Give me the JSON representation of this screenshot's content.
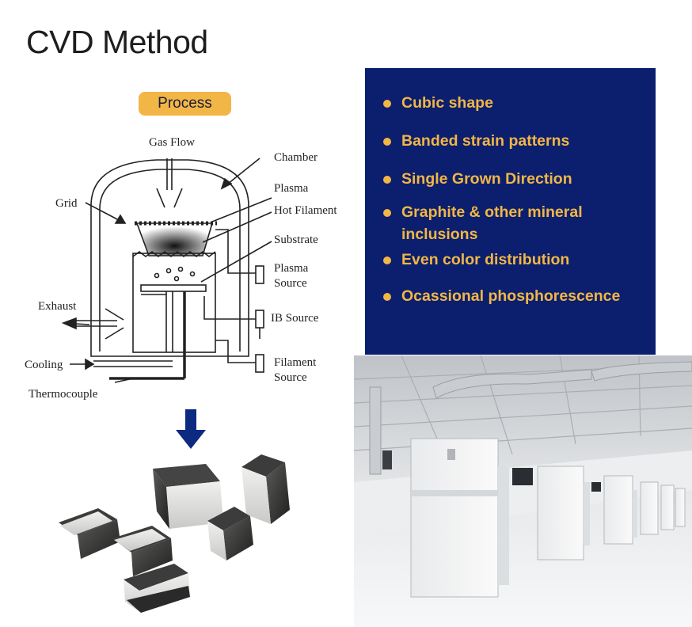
{
  "title": "CVD Method",
  "process_badge": "Process",
  "colors": {
    "badge": "#f2b646",
    "panel": "#0b1f6e",
    "accent": "#f2b646",
    "arrow": "#0b2a80"
  },
  "diagram_labels": {
    "gas_flow": "Gas Flow",
    "chamber": "Chamber",
    "grid": "Grid",
    "plasma": "Plasma",
    "hot_filament": "Hot Filament",
    "substrate": "Substrate",
    "plasma_source_1": "Plasma",
    "plasma_source_2": "Source",
    "exhaust": "Exhaust",
    "ib_source": "IB Source",
    "cooling": "Cooling",
    "filament_source_1": "Filament",
    "filament_source_2": "Source",
    "thermocouple": "Thermocouple"
  },
  "features": [
    "Cubic shape",
    "Banded strain patterns",
    "Single Grown Direction",
    "Graphite & other mineral inclusions",
    "Even color distribution",
    "Ocassional phosphorescence"
  ]
}
